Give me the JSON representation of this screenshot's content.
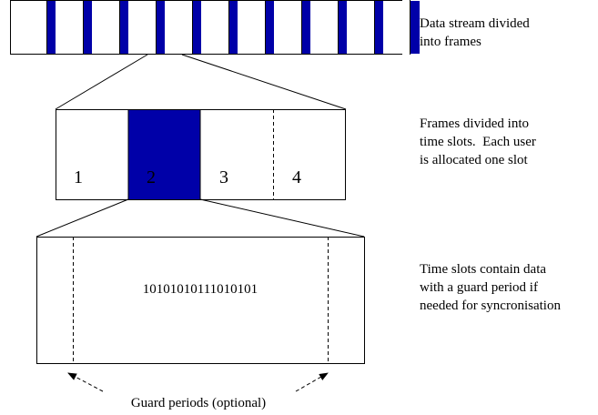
{
  "colors": {
    "slot_fill": "#0000a8",
    "line": "#000000",
    "background": "#ffffff"
  },
  "stream": {
    "frame_count": 11,
    "slots_per_frame": 4,
    "highlight_slot_index": 1
  },
  "frame": {
    "slot_labels": [
      "1",
      "2",
      "3",
      "4"
    ],
    "highlighted_slot": 2
  },
  "time_slot": {
    "data_bits": "10101010111010101",
    "guard_label": "Guard periods (optional)"
  },
  "captions": {
    "stream": [
      "Data stream divided",
      "into frames"
    ],
    "frame": [
      "Frames divided into",
      "time slots.  Each user",
      "is allocated one slot"
    ],
    "slot": [
      "Time slots contain data",
      "with a guard period if",
      "needed for syncronisation"
    ]
  }
}
